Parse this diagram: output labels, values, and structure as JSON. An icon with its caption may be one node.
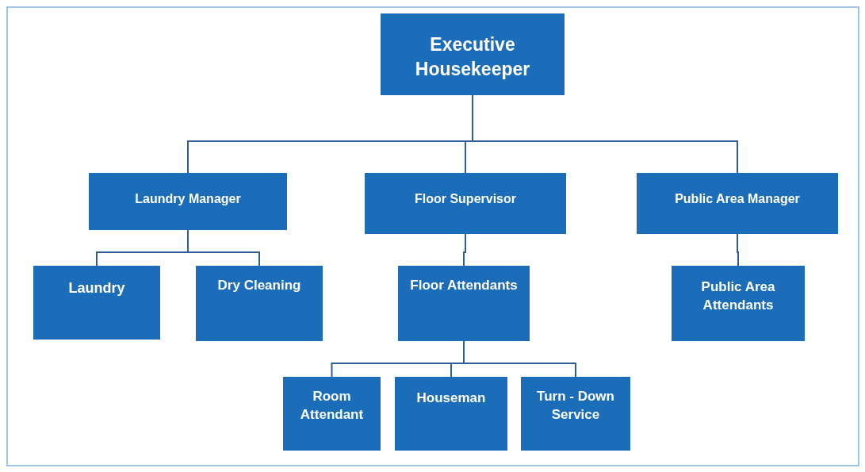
{
  "diagram": {
    "nodes": [
      {
        "text": [
          "Executive Housekeeper"
        ]
      },
      {
        "text": [
          "Laundry Manager"
        ]
      },
      {
        "text": [
          "Floor Supervisor"
        ]
      },
      {
        "text": [
          "Public Area Manager"
        ]
      },
      {
        "text": [
          "Laundry"
        ]
      },
      {
        "text": [
          "Dry Cleaning"
        ]
      },
      {
        "text": [
          "Floor Attendants"
        ]
      },
      {
        "text": [
          "Public Area Attendants"
        ]
      },
      {
        "text": [
          "Room Attendant"
        ]
      },
      {
        "text": [
          "Houseman"
        ]
      },
      {
        "text": [
          "Turn - Down Service"
        ]
      }
    ],
    "edges": [
      {
        "from": 0,
        "to": 1,
        "arrow": "none"
      },
      {
        "from": 0,
        "to": 2,
        "arrow": "none"
      },
      {
        "from": 0,
        "to": 3,
        "arrow": "none"
      },
      {
        "from": 1,
        "to": 4,
        "arrow": "none"
      },
      {
        "from": 1,
        "to": 5,
        "arrow": "none"
      },
      {
        "from": 2,
        "to": 6,
        "arrow": "none"
      },
      {
        "from": 3,
        "to": 7,
        "arrow": "none"
      },
      {
        "from": 6,
        "to": 8,
        "arrow": "none"
      },
      {
        "from": 6,
        "to": 9,
        "arrow": "none"
      },
      {
        "from": 6,
        "to": 10,
        "arrow": "none"
      }
    ]
  }
}
